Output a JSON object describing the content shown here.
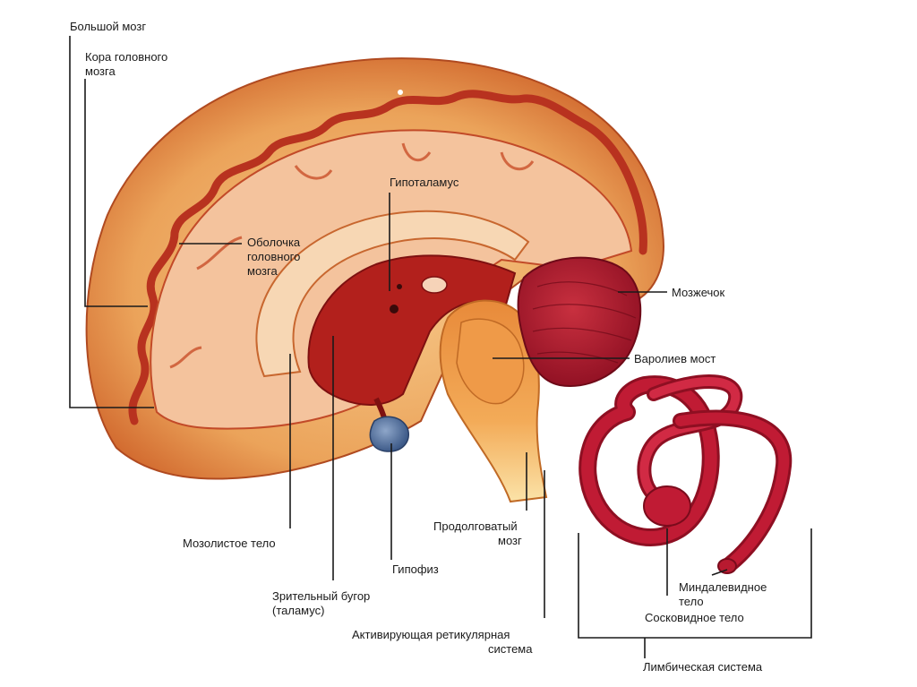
{
  "diagram": {
    "labels": {
      "cerebrum": "Большой мозг",
      "cortex_1": "Кора головного",
      "cortex_2": "мозга",
      "membrane_1": "Оболочка",
      "membrane_2": "головного",
      "membrane_3": "мозга",
      "hypothalamus": "Гипоталамус",
      "cerebellum": "Мозжечок",
      "pons": "Варолиев мост",
      "corpus_callosum": "Мозолистое тело",
      "medulla_1": "Продолговатый",
      "medulla_2": "мозг",
      "pituitary": "Гипофиз",
      "thalamus_1": "Зрительный бугор",
      "thalamus_2": "(таламус)",
      "reticular_1": "Активирующая ретикулярная",
      "reticular_2": "система",
      "amygdala_1": "Миндалевидное",
      "amygdala_2": "тело",
      "mammillary": "Сосковидное тело",
      "limbic": "Лимбическая система"
    },
    "colors": {
      "cortex_outer": "#d9702f",
      "cortex_inner": "#f3b36b",
      "membrane": "#b8321f",
      "white_matter": "#f4c39d",
      "deep_red": "#b2201c",
      "cerebellum": "#a8152a",
      "brainstem": "#f2a24e",
      "pituitary": "#4a6a9a",
      "limbic": "#c01b34"
    }
  }
}
